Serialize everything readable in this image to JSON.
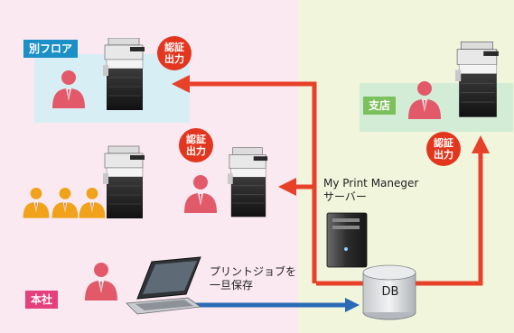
{
  "zones": {
    "separate_floor": "別フロア",
    "branch": "支店",
    "head_office": "本社"
  },
  "badges": [
    {
      "line1": "認証",
      "line2": "出力"
    },
    {
      "line1": "認証",
      "line2": "出力"
    },
    {
      "line1": "認証",
      "line2": "出力"
    }
  ],
  "server": {
    "line1": "My Print Maneger",
    "line2": "サーバー"
  },
  "job_note": {
    "line1": "プリントジョブを",
    "line2": "一旦保存"
  },
  "database": "DB",
  "colors": {
    "flow_arrow": "#e8412a",
    "store_arrow": "#2a6bb5",
    "person_main": "#e25a6a",
    "person_group": "#f0a21a",
    "badge": "#e3361f"
  }
}
